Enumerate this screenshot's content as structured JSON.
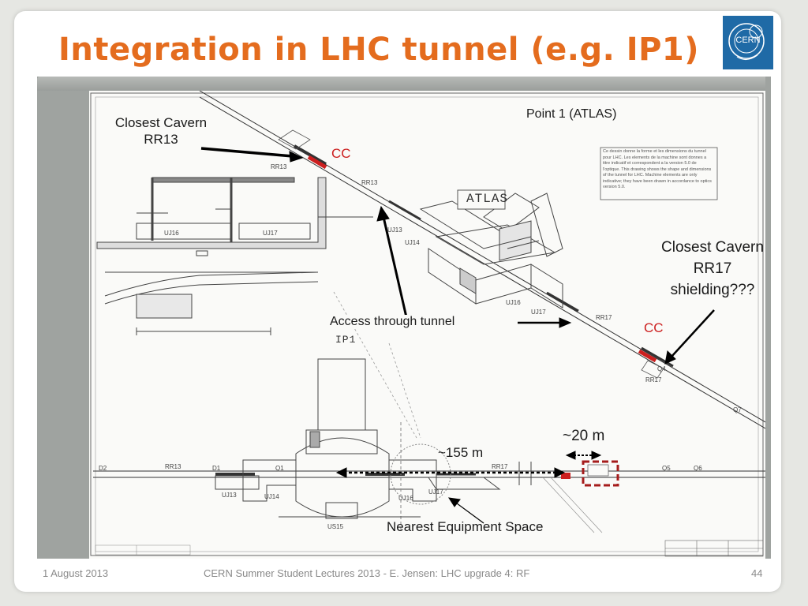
{
  "slide": {
    "title": "Integration in LHC tunnel (e.g. IP1)",
    "logo_text": "CERN"
  },
  "annotations": {
    "closest_rr13_line1": "Closest Cavern",
    "closest_rr13_line2": "RR13",
    "cc_top": "CC",
    "point1": "Point 1 (ATLAS)",
    "closest_rr17_line1": "Closest Cavern",
    "closest_rr17_line2": "RR17",
    "closest_rr17_line3": "shielding???",
    "cc_right": "CC",
    "access_tunnel": "Access through tunnel",
    "dist_20": "~20 m",
    "dist_155": "~155 m",
    "nearest_space": "Nearest Equipment Space"
  },
  "drawing_labels": {
    "atlas": "ATLAS",
    "ip1": "IP1",
    "rr13_top": "RR13",
    "rr13_bottom": "RR13",
    "rr17_top": "RR17",
    "rr17_bottom": "RR17",
    "uj13": "UJ13",
    "uj14": "UJ14",
    "uj16": "UJ16",
    "uj17": "UJ17",
    "uj13_low": "UJ13",
    "uj14_low": "UJ14",
    "uj16_low": "UJ16",
    "uj17_low": "UJ17",
    "us15": "US15",
    "uj16_left": "UJ16",
    "uj17_left": "UJ17",
    "q1": "Q1",
    "d1": "D1",
    "d2": "D2",
    "q5": "Q5",
    "q6": "Q6",
    "q7": "Q7",
    "q4": "Q4"
  },
  "drawing_note": "Ce dessin donne la forme et les dimensions du tunnel pour LHC. Les elements de la machine sont donnes a titre indicatif et correspondent a la version 5.0 de l'optique. This drawing shows the shape and dimensions of the tunnel for LHC. Machine elements are only indicative; they have been drawn in accordance to optics version 5.0.",
  "footer": {
    "date": "1 August 2013",
    "center": "CERN Summer Student Lectures 2013 - E. Jensen: LHC upgrade 4: RF",
    "page": "44"
  },
  "colors": {
    "title": "#e46c1e",
    "cc_marker": "#cc1f1f",
    "box_outline": "#a51c1c",
    "logo_bg": "#1f6aa6"
  }
}
